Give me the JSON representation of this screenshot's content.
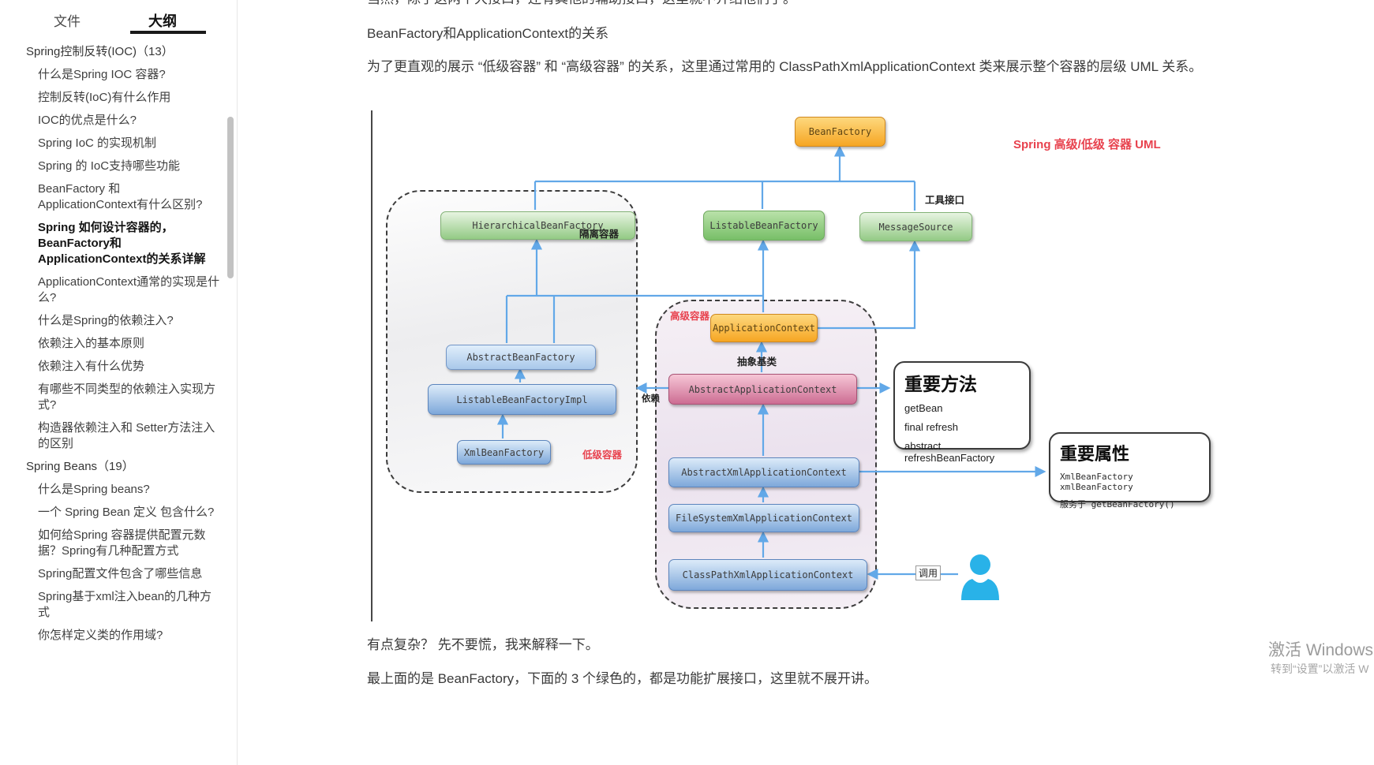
{
  "sidebar": {
    "tabs": [
      {
        "label": "文件"
      },
      {
        "label": "大纲"
      }
    ],
    "outline": [
      {
        "text": "Spring控制反转(IOC)（13）",
        "level": 0,
        "active": false
      },
      {
        "text": "什么是Spring IOC 容器?",
        "level": 1,
        "active": false
      },
      {
        "text": "控制反转(IoC)有什么作用",
        "level": 1,
        "active": false
      },
      {
        "text": "IOC的优点是什么?",
        "level": 1,
        "active": false
      },
      {
        "text": "Spring IoC 的实现机制",
        "level": 1,
        "active": false
      },
      {
        "text": "Spring 的 IoC支持哪些功能",
        "level": 1,
        "active": false
      },
      {
        "text": "BeanFactory 和 ApplicationContext有什么区别?",
        "level": 1,
        "active": false
      },
      {
        "text": "Spring 如何设计容器的，BeanFactory和ApplicationContext的关系详解",
        "level": 1,
        "active": true
      },
      {
        "text": "ApplicationContext通常的实现是什么?",
        "level": 1,
        "active": false
      },
      {
        "text": "什么是Spring的依赖注入?",
        "level": 1,
        "active": false
      },
      {
        "text": "依赖注入的基本原则",
        "level": 1,
        "active": false
      },
      {
        "text": "依赖注入有什么优势",
        "level": 1,
        "active": false
      },
      {
        "text": "有哪些不同类型的依赖注入实现方式?",
        "level": 1,
        "active": false
      },
      {
        "text": "构造器依赖注入和 Setter方法注入的区别",
        "level": 1,
        "active": false
      },
      {
        "text": "Spring Beans（19）",
        "level": 0,
        "active": false
      },
      {
        "text": "什么是Spring beans?",
        "level": 1,
        "active": false
      },
      {
        "text": "一个 Spring Bean 定义 包含什么?",
        "level": 1,
        "active": false
      },
      {
        "text": "如何给Spring 容器提供配置元数据？Spring有几种配置方式",
        "level": 1,
        "active": false
      },
      {
        "text": "Spring配置文件包含了哪些信息",
        "level": 1,
        "active": false
      },
      {
        "text": "Spring基于xml注入bean的几种方式",
        "level": 1,
        "active": false
      },
      {
        "text": "你怎样定义类的作用域?",
        "level": 1,
        "active": false
      }
    ],
    "footer": {
      "back_icon": "<",
      "code_icon": "</>"
    }
  },
  "content": {
    "clipped_top_line": "当然，除了这两个大接口，还有其他的辅助接口，这里就不介绍他们了。",
    "heading": "BeanFactory和ApplicationContext的关系",
    "paragraph": "为了更直观的展示 “低级容器” 和 “高级容器” 的关系，这里通过常用的 ClassPathXmlApplicationContext 类来展示整个容器的层级 UML 关系。",
    "note1": "有点复杂？ 先不要慌，我来解释一下。",
    "note2": "最上面的是 BeanFactory，下面的 3 个绿色的，都是功能扩展接口，这里就不展开讲。"
  },
  "diagram": {
    "title": "Spring 高级/低级 容器 UML",
    "nodes": {
      "bean_factory": "BeanFactory",
      "hierarchical_bean_factory": "HierarchicalBeanFactory",
      "listable_bean_factory": "ListableBeanFactory",
      "message_source": "MessageSource",
      "abstract_bean_factory": "AbstractBeanFactory",
      "listable_bean_factory_impl": "ListableBeanFactoryImpl",
      "xml_bean_factory": "XmlBeanFactory",
      "application_context": "ApplicationContext",
      "abstract_application_context": "AbstractApplicationContext",
      "abstract_xml_application_context": "AbstractXmlApplicationContext",
      "file_system_xml_application_context": "FileSystemXmlApplicationContext",
      "class_path_xml_application_context": "ClassPathXmlApplicationContext"
    },
    "labels": {
      "tool_interface": "工具接口",
      "isolated_container": "隔离容器",
      "high_container": "高级容器",
      "low_container": "低级容器",
      "abstract_base_class": "抽象基类",
      "depends": "依赖",
      "invoke": "调用"
    },
    "important_methods": {
      "title": "重要方法",
      "items": [
        "getBean",
        "final refresh",
        "abstract refreshBeanFactory"
      ]
    },
    "important_properties": {
      "title": "重要属性",
      "items": [
        "XmlBeanFactory xmlBeanFactory",
        "服务于 getBeanFactory()"
      ]
    }
  },
  "watermark": {
    "line1": "激活 Windows",
    "line2": "转到“设置”以激活 W"
  },
  "colors": {
    "accent_red": "#e8424e",
    "arrow_blue": "#62a8e8",
    "orange": "#f6a623",
    "green": "#8fc987",
    "blue": "#7fa9d9",
    "pink": "#cf6f94"
  }
}
